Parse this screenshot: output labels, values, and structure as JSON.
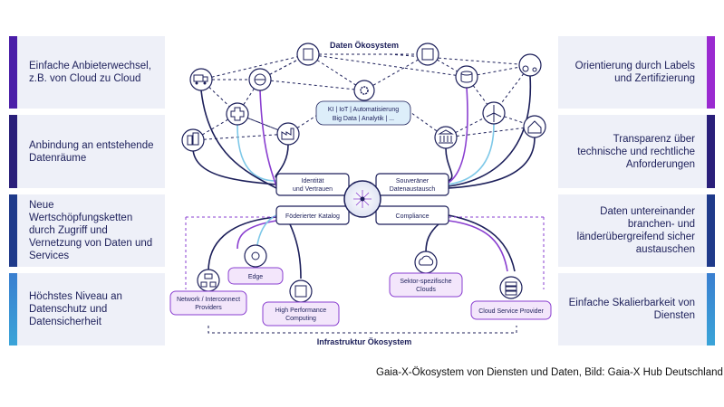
{
  "left_panels": [
    {
      "text": "Einfache Anbieterwechsel, z.B. von Cloud zu Cloud",
      "color": "#4a1ea8"
    },
    {
      "text": "Anbindung an entstehende Datenräume",
      "color": "#2a1f7a"
    },
    {
      "text": "Neue Wertschöpfungsketten durch Zugriff und Vernetzung von Daten und Services",
      "color": "#1f3a8a"
    },
    {
      "text": "Höchstes Niveau an Datenschutz und Datensicherheit",
      "color": "#3aa4d8"
    }
  ],
  "right_panels": [
    {
      "text": "Orientierung durch Labels und Zertifizierung",
      "color": "#9a2ad0"
    },
    {
      "text": "Transparenz über technische und rechtliche Anforderungen",
      "color": "#2a1f7a"
    },
    {
      "text": "Daten untereinander branchen- und länderübergreifend sicher austauschen",
      "color": "#1f3a8a"
    },
    {
      "text": "Einfache Skalierbarkeit von Diensten",
      "color": "#3aa4d8"
    }
  ],
  "diagram": {
    "top_title": "Daten Ökosystem",
    "bottom_title": "Infrastruktur Ökosystem",
    "tech_line1": "KI | IoT | Automatisierung",
    "tech_line2": "Big Data | Analytik | ...",
    "hub_top_left_1": "Identität",
    "hub_top_left_2": "und Vertrauen",
    "hub_top_right_1": "Souveräner",
    "hub_top_right_2": "Datenaustausch",
    "hub_bottom_left": "Föderierter Katalog",
    "hub_bottom_right": "Compliance",
    "providers": {
      "network_1": "Network / Interconnect",
      "network_2": "Providers",
      "edge": "Edge",
      "hpc_1": "High Performance",
      "hpc_2": "Computing",
      "sector_1": "Sektor-spezifische",
      "sector_2": "Clouds",
      "csp": "Cloud Service Provider"
    }
  },
  "colors": {
    "navy": "#1c1f5a",
    "purple": "#8a3fd0",
    "light_blue": "#7ec8e8",
    "panel_bg": "#eef0f8"
  },
  "caption": "Gaia-X-Ökosystem von Diensten und Daten, Bild: Gaia-X Hub Deutschland"
}
